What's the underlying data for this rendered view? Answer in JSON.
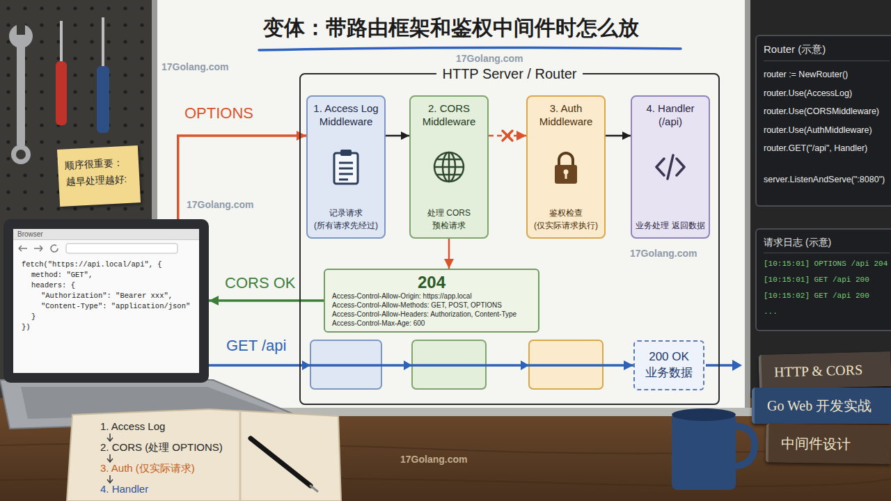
{
  "diagram": {
    "title": "变体：带路由框架和鉴权中间件时怎么放",
    "nodes": [
      {
        "text": [
          "HTTP Server / Router"
        ]
      },
      {
        "text": [
          "1. Access Log Middleware",
          "记录请求 (所有请求先经过)"
        ],
        "in": 0
      },
      {
        "text": [
          "2. CORS Middleware",
          "处理 CORS 预检请求"
        ],
        "in": 0
      },
      {
        "text": [
          "3. Auth Middleware",
          "鉴权检查 (仅实际请求执行)"
        ],
        "in": 0
      },
      {
        "text": [
          "4. Handler (/api)",
          "业务处理 返回数据"
        ],
        "in": 0
      },
      {
        "text": [
          "204",
          "Access-Control-Allow-Origin: https://app.local",
          "Access-Control-Allow-Methods: GET, POST, OPTIONS",
          "Access-Control-Allow-Headers: Authorization, Content-Type",
          "Access-Control-Max-Age: 600"
        ],
        "in": 0
      },
      {
        "text": [
          "200 OK",
          "业务数据"
        ],
        "in": 0
      },
      {
        "text": [
          "Browser",
          "fetch(\"https://api.local/api\", {",
          "method: \"GET\",",
          "headers: {",
          "\"Authorization\": \"Bearer xxx\",",
          "\"Content-Type\": \"application/json\"",
          "}",
          "})"
        ]
      },
      {
        "text": [
          "Router (示意)",
          "router := NewRouter()",
          "router.Use(AccessLog)",
          "router.Use(CORSMiddleware)",
          "router.Use(AuthMiddleware)",
          "router.GET(\"/api\", Handler)",
          "server.ListenAndServe(\":8080\")"
        ]
      },
      {
        "text": [
          "请求日志 (示意)",
          "[10:15:01] OPTIONS /api 204",
          "[10:15:01] GET /api 200",
          "[10:15:02] GET /api 200",
          "..."
        ]
      },
      {
        "text": [
          "顺序很重要： 越早处理越好:"
        ]
      },
      {
        "text": [
          "1. Access Log",
          "2. CORS (处理 OPTIONS)",
          "3. Auth (仅实际请求)",
          "4. Handler"
        ]
      },
      {
        "text": [
          "HTTP & CORS"
        ]
      },
      {
        "text": [
          "Go Web 开发实战"
        ]
      },
      {
        "text": [
          "中间件设计"
        ]
      }
    ],
    "edges": [
      {
        "from": 7,
        "to": 1,
        "arrow": "to",
        "label": "OPTIONS"
      },
      {
        "from": 1,
        "to": 2,
        "arrow": "to"
      },
      {
        "from": 2,
        "to": 3,
        "arrow": "to"
      },
      {
        "from": 3,
        "to": 4,
        "arrow": "to"
      },
      {
        "from": 2,
        "to": 5,
        "arrow": "to"
      },
      {
        "from": 5,
        "to": 7,
        "arrow": "to",
        "label": "CORS OK"
      },
      {
        "from": 7,
        "to": 6,
        "arrow": "to",
        "label": "GET /api"
      }
    ],
    "labels": [
      "17Golang.com",
      "17Golang.com",
      "17Golang.com",
      "17Golang.com",
      "17Golang.com"
    ]
  }
}
